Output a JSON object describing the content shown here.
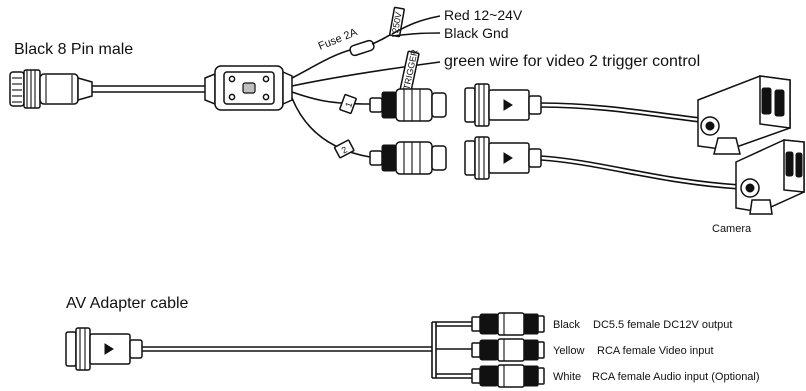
{
  "labels": {
    "connector_8pin": "Black  8 Pin  male",
    "fuse": "Fuse 2A",
    "red_wire": "Red   12~24V",
    "black_wire": "Black  Gnd",
    "green_wire": "green wire for video 2 trigger control",
    "camera": "Camera",
    "av_adapter": "AV Adapter cable"
  },
  "tags": {
    "fuse_tag": "250V",
    "trigger_tag": "TRIGGER",
    "channel_1": "1",
    "channel_2": "2"
  },
  "av_outputs": [
    {
      "color": "Black",
      "description": "DC5.5 female DC12V output"
    },
    {
      "color": "Yellow",
      "description": "RCA female  Video input"
    },
    {
      "color": "White",
      "description": "RCA female  Audio input (Optional)"
    }
  ]
}
